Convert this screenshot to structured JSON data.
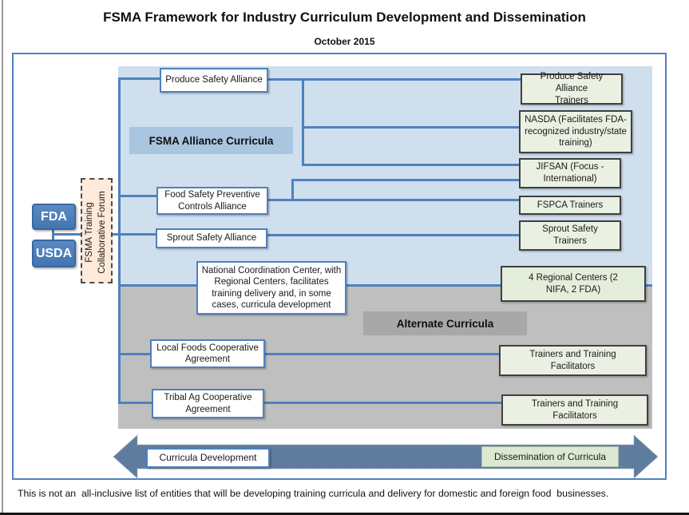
{
  "header": {
    "title": "FSMA Framework for Industry Curriculum Development and Dissemination",
    "subtitle": "October 2015"
  },
  "agencies": {
    "fda": "FDA",
    "usda": "USDA",
    "forum": "FSMA Training Collaborative Forum"
  },
  "alliance_section": {
    "chip": "FSMA Alliance Curricula",
    "produce_safety_alliance": "Produce Safety Alliance",
    "food_safety_preventive_controls_alliance": "Food Safety Preventive Controls Alliance",
    "sprout_safety_alliance": "Sprout Safety Alliance",
    "psa_trainers": "Produce Safety Alliance Trainers",
    "nasda": "NASDA (Facilitates FDA-recognized industry/state training)",
    "jifsan": "JIFSAN (Focus - International)",
    "fspca_trainers": "FSPCA Trainers",
    "sprout_trainers": "Sprout Safety Trainers"
  },
  "alternate_section": {
    "chip": "Alternate Curricula",
    "national_coordination_center": "National Coordination Center, with Regional Centers, facilitates training delivery and, in some cases, curricula development",
    "regional_centers": "4 Regional Centers (2 NIFA, 2 FDA)",
    "local_foods": "Local Foods Cooperative Agreement",
    "tribal_ag": "Tribal Ag Cooperative Agreement",
    "trainers_1": "Trainers and Training Facilitators",
    "trainers_2": "Trainers and Training Facilitators"
  },
  "timeline": {
    "left_label": "Curricula Development",
    "right_label": "Dissemination of Curricula"
  },
  "footer": "This is not an  all-inclusive list of entities that will be developing training curricula and delivery for domestic and foreign food  businesses.",
  "colors": {
    "accent_blue": "#4f81bd",
    "region_blue": "#cfdfee",
    "region_gray": "#bfbfbf",
    "chip_blue": "#a9c5df",
    "chip_gray": "#a8a8a8",
    "box_green": "#eaf1e2",
    "forum_peach": "#fdeada",
    "agency_blue": "#4f81bd",
    "arrow_steel": "#5e7c9e"
  }
}
